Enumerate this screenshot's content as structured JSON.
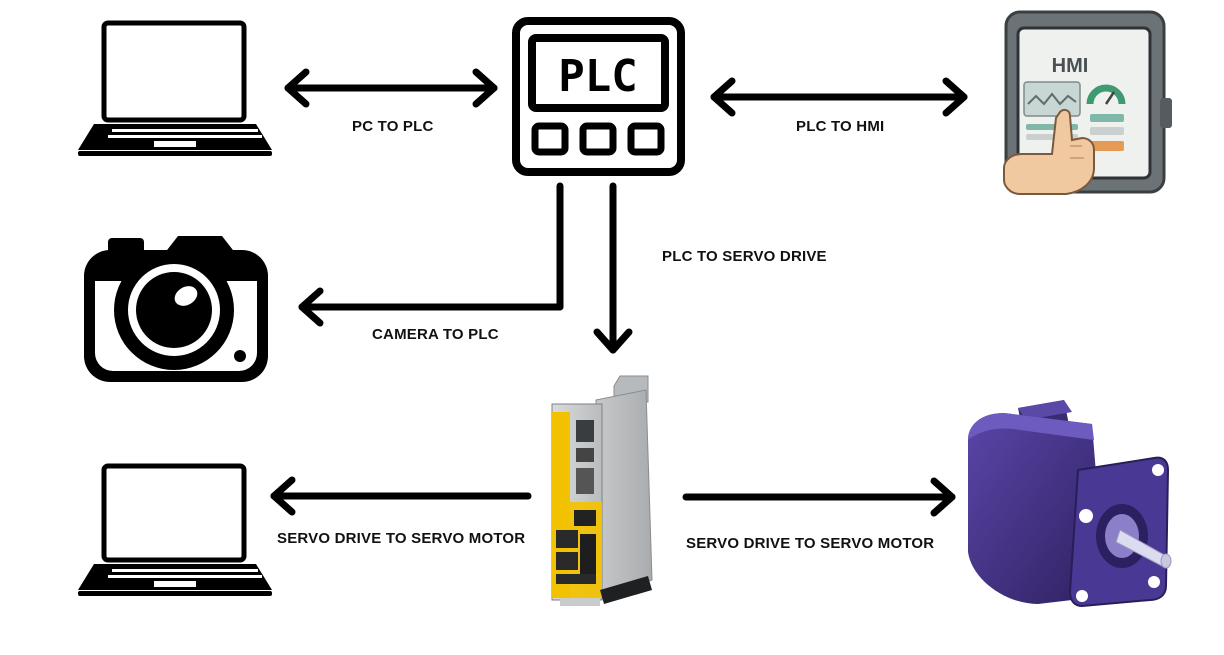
{
  "nodes": {
    "plc": {
      "text": "PLC"
    },
    "hmi": {
      "text": "HMI"
    },
    "pc_top": {
      "icon": "laptop-icon"
    },
    "pc_bottom": {
      "icon": "laptop-icon"
    },
    "camera": {
      "icon": "camera-icon"
    },
    "servo_drive": {
      "icon": "servo-drive-icon"
    },
    "servo_motor": {
      "icon": "servo-motor-icon",
      "color": "#3f2d7a"
    }
  },
  "edges": {
    "pc_to_plc": "PC TO PLC",
    "plc_to_hmi": "PLC TO HMI",
    "plc_to_servo_drive": "PLC TO SERVO DRIVE",
    "camera_to_plc": "CAMERA TO PLC",
    "drive_left": "SERVO DRIVE TO SERVO MOTOR",
    "drive_right": "SERVO DRIVE TO SERVO MOTOR"
  }
}
